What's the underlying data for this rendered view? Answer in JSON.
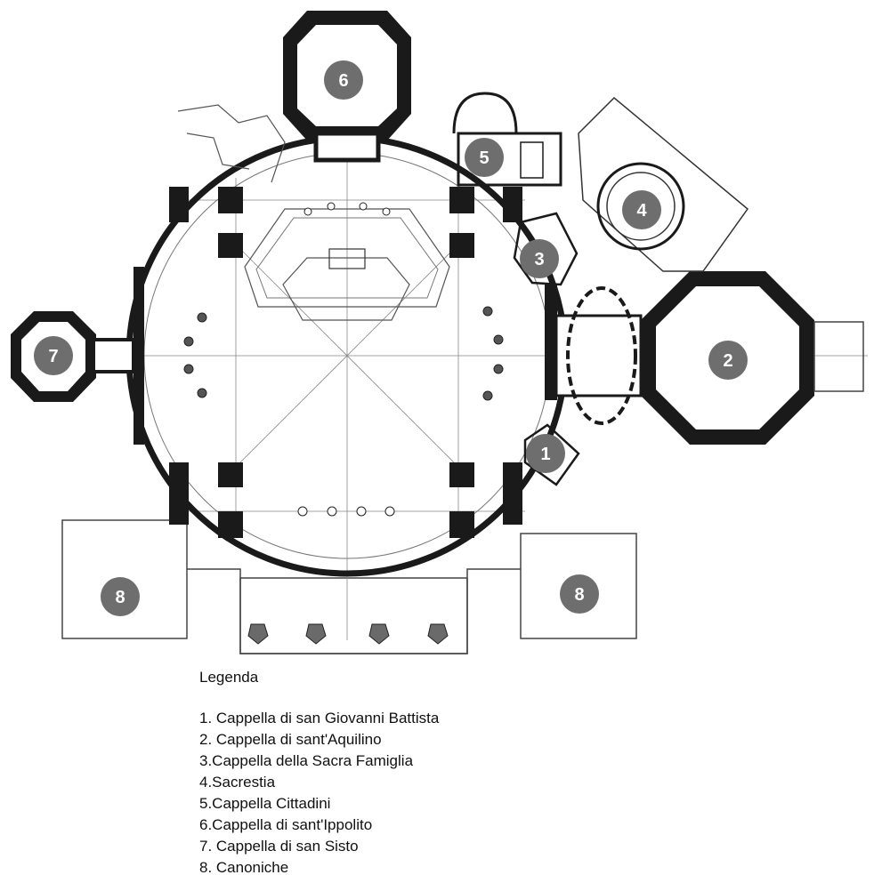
{
  "legend": {
    "title": "Legenda",
    "items": [
      "1. Cappella di san Giovanni Battista",
      "2. Cappella di sant'Aquilino",
      "3.Cappella della Sacra Famiglia",
      "4.Sacrestia",
      "5.Cappella Cittadini",
      "6.Cappella di sant'Ippolito",
      "7. Cappella di san Sisto",
      "8. Canoniche"
    ]
  },
  "markers": [
    "1",
    "2",
    "3",
    "4",
    "5",
    "6",
    "7",
    "8",
    "8"
  ],
  "colors": {
    "wall": "#1a1a1a",
    "marker": "#6e6e6e",
    "line": "#555555",
    "pier_accent": "#6a6a6a"
  }
}
